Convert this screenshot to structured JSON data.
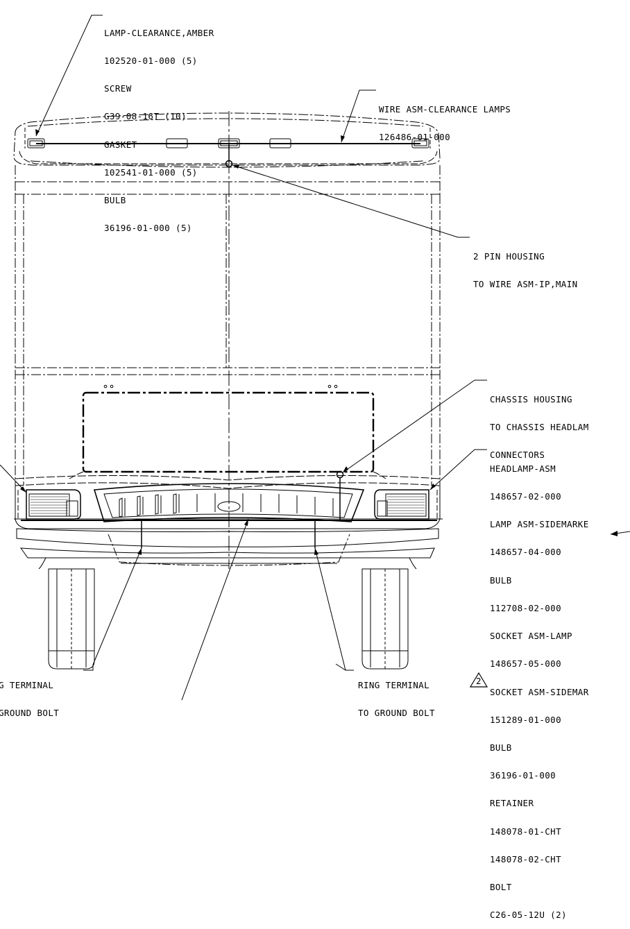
{
  "callouts": {
    "clearance_lamp": [
      "LAMP-CLEARANCE,AMBER",
      "102520-01-000 (5)",
      "SCREW",
      "G39-08-16T (10)",
      "GASKET",
      "102541-01-000 (5)",
      "BULB",
      "36196-01-000 (5)"
    ],
    "wire_asm": [
      "WIRE ASM-CLEARANCE LAMPS",
      "126486-01-000"
    ],
    "pin_housing": [
      "2 PIN HOUSING",
      "TO WIRE ASM-IP,MAIN"
    ],
    "chassis_housing": [
      "CHASSIS HOUSING",
      "TO CHASSIS HEADLAM",
      "CONNECTORS"
    ],
    "headlamp": [
      "HEADLAMP-ASM",
      "148657-02-000",
      "LAMP ASM-SIDEMARKE",
      "148657-04-000",
      "BULB",
      "112708-02-000",
      "SOCKET ASM-LAMP",
      "148657-05-000",
      "SOCKET ASM-SIDEMAR",
      "151289-01-000",
      "BULB",
      "36196-01-000",
      "RETAINER",
      "148078-01-CHT",
      "148078-02-CHT",
      "BOLT",
      "C26-05-12U (2)"
    ],
    "ring_left": [
      "G TERMINAL",
      "GROUND BOLT"
    ],
    "ring_right": [
      "RING TERMINAL",
      "TO GROUND BOLT"
    ],
    "revision_marker": "2"
  }
}
